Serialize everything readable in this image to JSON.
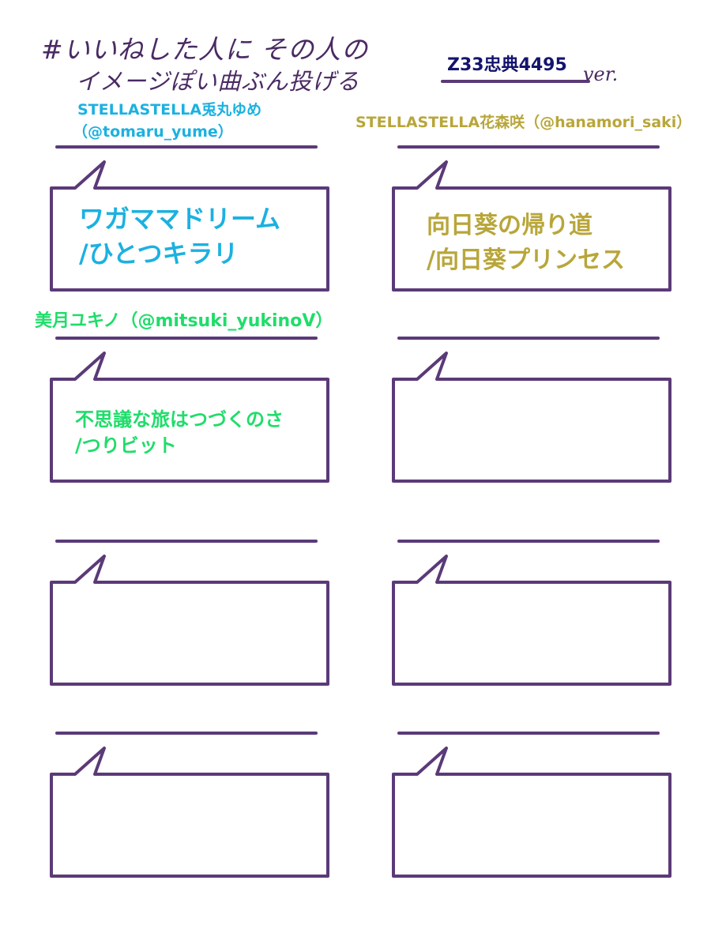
{
  "header": {
    "hashtag_line1": "#いいねした人に その人の",
    "hashtag_line2": "イメージぽい曲ぶん投げる",
    "edition": "Z33忠典4495",
    "ver": "ver."
  },
  "colors": {
    "frame": "#5b3a78",
    "cyan": "#1bb1e0",
    "olive": "#b8a63a",
    "green": "#1fdd6a",
    "navy": "#14146e",
    "handwriting": "#4a2a63"
  },
  "cards": [
    {
      "name": "STELLASTELLA兎丸ゆめ",
      "handle": "（@tomaru_yume）",
      "song": "ワガママドリーム\n/ひとつキラリ"
    },
    {
      "name": "STELLASTELLA花森咲（@hanamori_saki）",
      "song": "向日葵の帰り道\n/向日葵プリンセス"
    },
    {
      "name": "美月ユキノ（@mitsuki_yukinoV）",
      "song": "不思議な旅はつづくのさ\n/つりビット"
    },
    {
      "name": "",
      "song": ""
    },
    {
      "name": "",
      "song": ""
    },
    {
      "name": "",
      "song": ""
    },
    {
      "name": "",
      "song": ""
    },
    {
      "name": "",
      "song": ""
    }
  ]
}
